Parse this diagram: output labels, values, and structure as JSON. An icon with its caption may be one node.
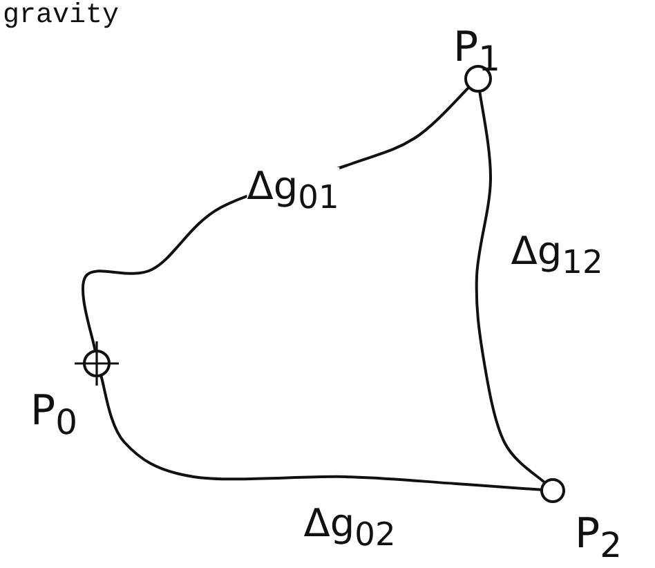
{
  "diagram": {
    "title": "gravity",
    "nodes": [
      {
        "text": [],
        "shape": "circle",
        "beside": [
          "P$_{1}$"
        ]
      },
      {
        "text": [],
        "shape": "circle",
        "beside": [
          "P$_{0}$"
        ]
      },
      {
        "text": [],
        "shape": "circle",
        "beside": [
          "P$_{2}$"
        ]
      }
    ],
    "edges": [
      {
        "from": 1,
        "to": 0,
        "arrow": "none",
        "label": "Δg$_{01}$"
      },
      {
        "from": 0,
        "to": 2,
        "arrow": "none",
        "label": "Δg$_{12}$"
      },
      {
        "from": 1,
        "to": 2,
        "arrow": "none",
        "label": "Δg$_{02}$"
      }
    ]
  }
}
